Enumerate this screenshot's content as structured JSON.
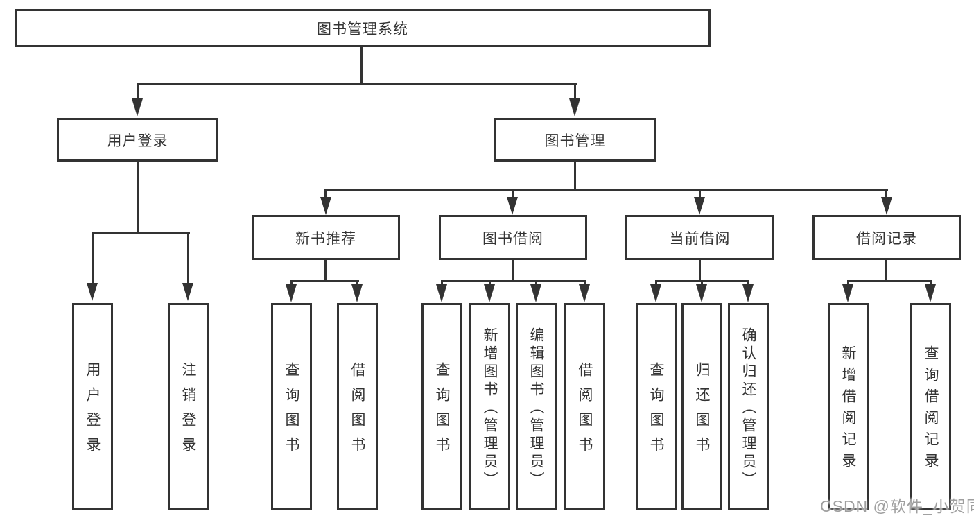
{
  "tree": {
    "root": {
      "label": "图书管理系统"
    },
    "branches": [
      {
        "label": "用户登录",
        "leaves": [
          {
            "label": "用户登录"
          },
          {
            "label": "注销登录"
          }
        ]
      },
      {
        "label": "图书管理",
        "groups": [
          {
            "label": "新书推荐",
            "leaves": [
              {
                "label": "查询图书"
              },
              {
                "label": "借阅图书"
              }
            ]
          },
          {
            "label": "图书借阅",
            "leaves": [
              {
                "label": "查询图书"
              },
              {
                "label": "新增图书（管理员）"
              },
              {
                "label": "编辑图书（管理员）"
              },
              {
                "label": "借阅图书"
              }
            ]
          },
          {
            "label": "当前借阅",
            "leaves": [
              {
                "label": "查询图书"
              },
              {
                "label": "归还图书"
              },
              {
                "label": "确认归还（管理员）"
              }
            ]
          },
          {
            "label": "借阅记录",
            "leaves": [
              {
                "label": "新增借阅记录"
              },
              {
                "label": "查询借阅记录"
              }
            ]
          }
        ]
      }
    ]
  },
  "watermark": {
    "text": "CSDN @软件_小贺同学"
  },
  "colors": {
    "line": "#333333",
    "text": "#333333",
    "watermark": "#9f9f9f",
    "background": "#ffffff"
  }
}
